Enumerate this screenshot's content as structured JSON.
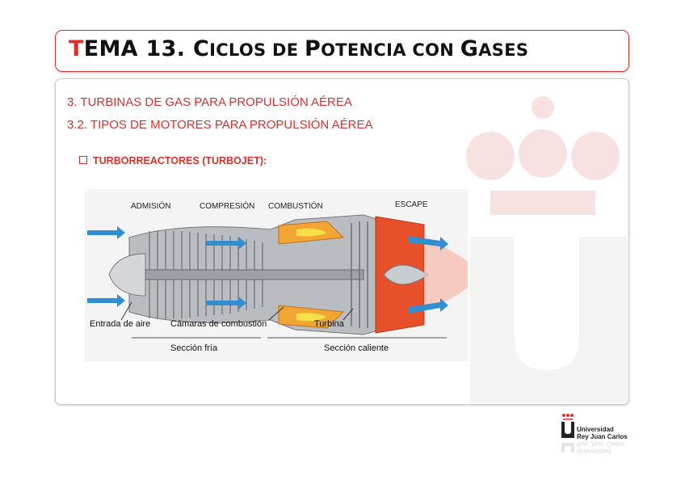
{
  "title": {
    "t_first": "T",
    "t_rest": "EMA",
    "number": " 13. ",
    "w1_first": "C",
    "w1_rest": "ICLOS DE ",
    "w2_first": "P",
    "w2_rest": "OTENCIA CON ",
    "w3_first": "G",
    "w3_rest": "ASES"
  },
  "content": {
    "heading1": "3.   TURBINAS DE GAS PARA PROPULSIÓN AÉREA",
    "heading2": "3.2.   TIPOS DE MOTORES PARA PROPULSIÓN AÉREA",
    "bullet": "TURBORREACTORES (TURBOJET):"
  },
  "diagram": {
    "stage_admision": "ADMISIÓN",
    "stage_compresion": "COMPRESIÓN",
    "stage_combustion": "COMBUSTIÓN",
    "stage_escape": "ESCAPE",
    "label_entrada": "Entrada de aire",
    "label_camaras": "Cámaras de combustión",
    "label_turbina": "Turbina",
    "section_fria": "Sección fría",
    "section_caliente": "Sección caliente"
  },
  "logo": {
    "line1": "Universidad",
    "line2": "Rey Juan Carlos"
  },
  "colors": {
    "accent": "#d9302c",
    "watermark": "#f7dede",
    "air_arrow": "#2f8fd0",
    "hot_section": "#e8502a"
  }
}
